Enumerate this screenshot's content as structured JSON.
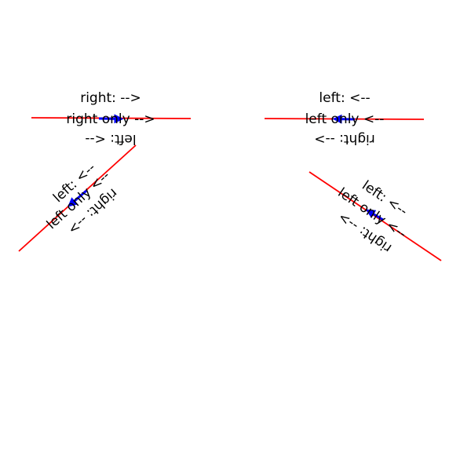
{
  "colors": {
    "line": "#ff0000",
    "arrow": "#0000ff",
    "text": "#000000"
  },
  "panels": [
    {
      "name": "top-left",
      "above": "right: -->",
      "on": "right only -->",
      "below": "left: <--"
    },
    {
      "name": "bottom-left",
      "above": "left: <--",
      "on": "left only <--",
      "below": "right: -->"
    },
    {
      "name": "top-right",
      "above": "left: <--",
      "on": "left only <--",
      "below": "right: -->"
    },
    {
      "name": "bottom-right",
      "above": "left: <--",
      "on": "left only <--",
      "below": "right: -->"
    }
  ]
}
